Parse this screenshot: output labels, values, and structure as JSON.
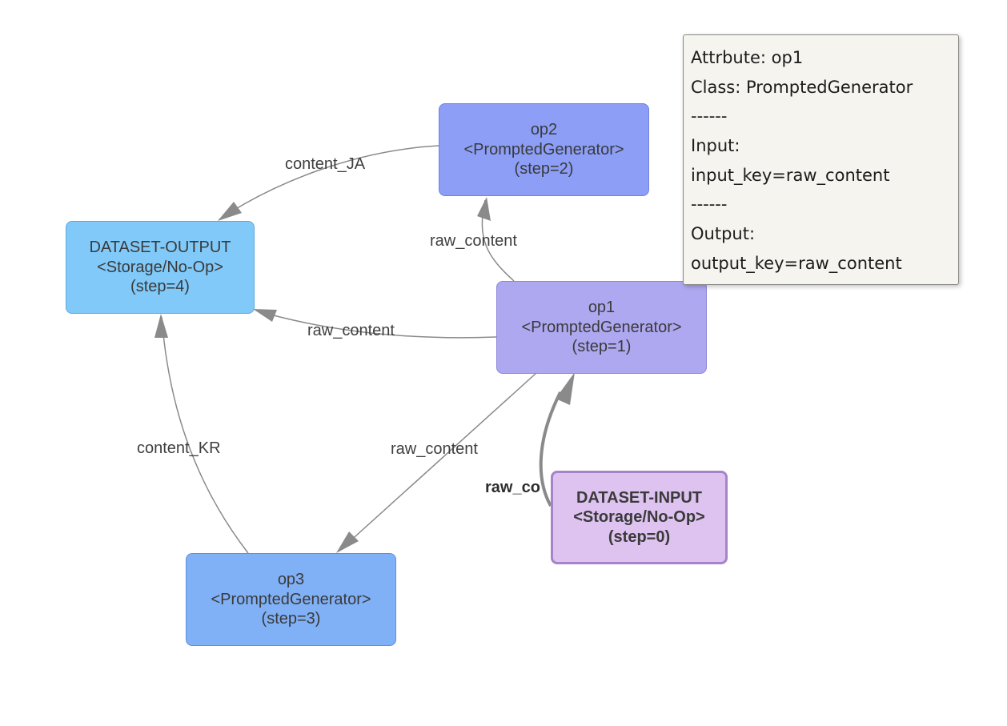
{
  "colors": {
    "edge": "#8a8a8a",
    "op1_fill": "#aea8f0",
    "op1_border": "#8e86dc",
    "op2_fill": "#8c9ef6",
    "op2_border": "#6f82e0",
    "op3_fill": "#80b0f5",
    "op3_border": "#5f90d8",
    "output_fill": "#81c9f8",
    "output_border": "#5ba8de",
    "input_fill": "#dec3f0",
    "input_border": "#a983c8",
    "tooltip_bg": "#f5f4ee"
  },
  "nodes": {
    "op2": {
      "name": "op2",
      "class": "<PromptedGenerator>",
      "step": "(step=2)"
    },
    "output": {
      "name": "DATASET-OUTPUT",
      "class": "<Storage/No-Op>",
      "step": "(step=4)"
    },
    "op1": {
      "name": "op1",
      "class": "<PromptedGenerator>",
      "step": "(step=1)"
    },
    "op3": {
      "name": "op3",
      "class": "<PromptedGenerator>",
      "step": "(step=3)"
    },
    "input": {
      "name": "DATASET-INPUT",
      "class": "<Storage/No-Op>",
      "step": "(step=0)"
    }
  },
  "edges": [
    {
      "from": "op2",
      "to": "output",
      "label": "content_JA"
    },
    {
      "from": "op1",
      "to": "op2",
      "label": "raw_content"
    },
    {
      "from": "op1",
      "to": "output",
      "label": "raw_content"
    },
    {
      "from": "op1",
      "to": "op3",
      "label": "raw_content"
    },
    {
      "from": "op3",
      "to": "output",
      "label": "content_KR"
    },
    {
      "from": "input",
      "to": "op1",
      "label": "raw_co"
    }
  ],
  "tooltip": {
    "lines": [
      "Attrbute: op1",
      "Class: PromptedGenerator",
      "------",
      "Input:",
      "input_key=raw_content",
      "------",
      "Output:",
      "output_key=raw_content"
    ]
  }
}
